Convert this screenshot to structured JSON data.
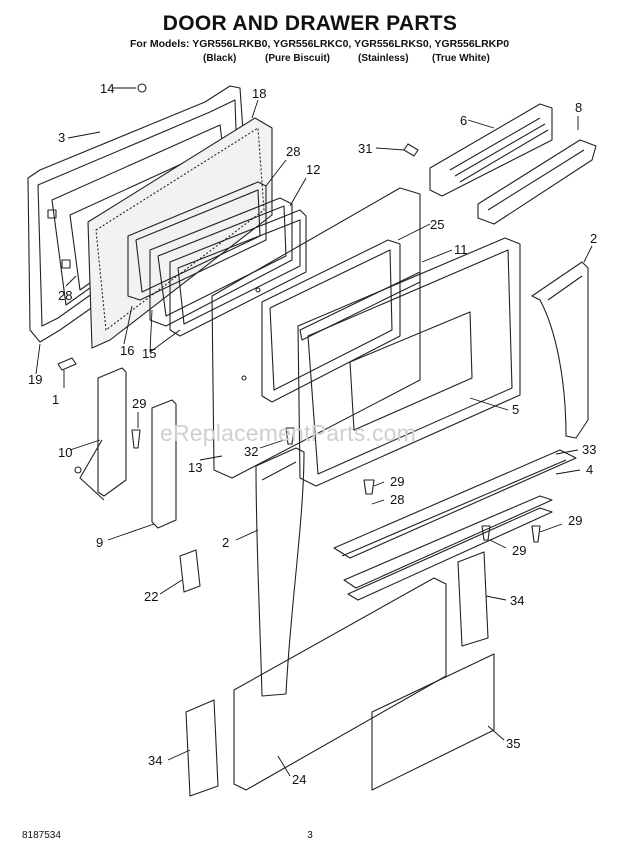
{
  "title": "DOOR AND DRAWER PARTS",
  "models_line": "For Models: YGR556LRKB0, YGR556LRKC0, YGR556LRKS0, YGR556LRKP0",
  "finishes": [
    "(Black)",
    "(Pure Biscuit)",
    "(Stainless)",
    "(True White)"
  ],
  "watermark": "eReplacementParts.com",
  "footer_left": "8187534",
  "footer_page": "3",
  "callouts": [
    "14",
    "18",
    "3",
    "28",
    "12",
    "6",
    "8",
    "31",
    "25",
    "11",
    "2",
    "28",
    "16",
    "15",
    "19",
    "1",
    "29",
    "10",
    "13",
    "32",
    "5",
    "33",
    "4",
    "29",
    "28",
    "9",
    "2",
    "29",
    "29",
    "22",
    "34",
    "34",
    "24",
    "35"
  ]
}
